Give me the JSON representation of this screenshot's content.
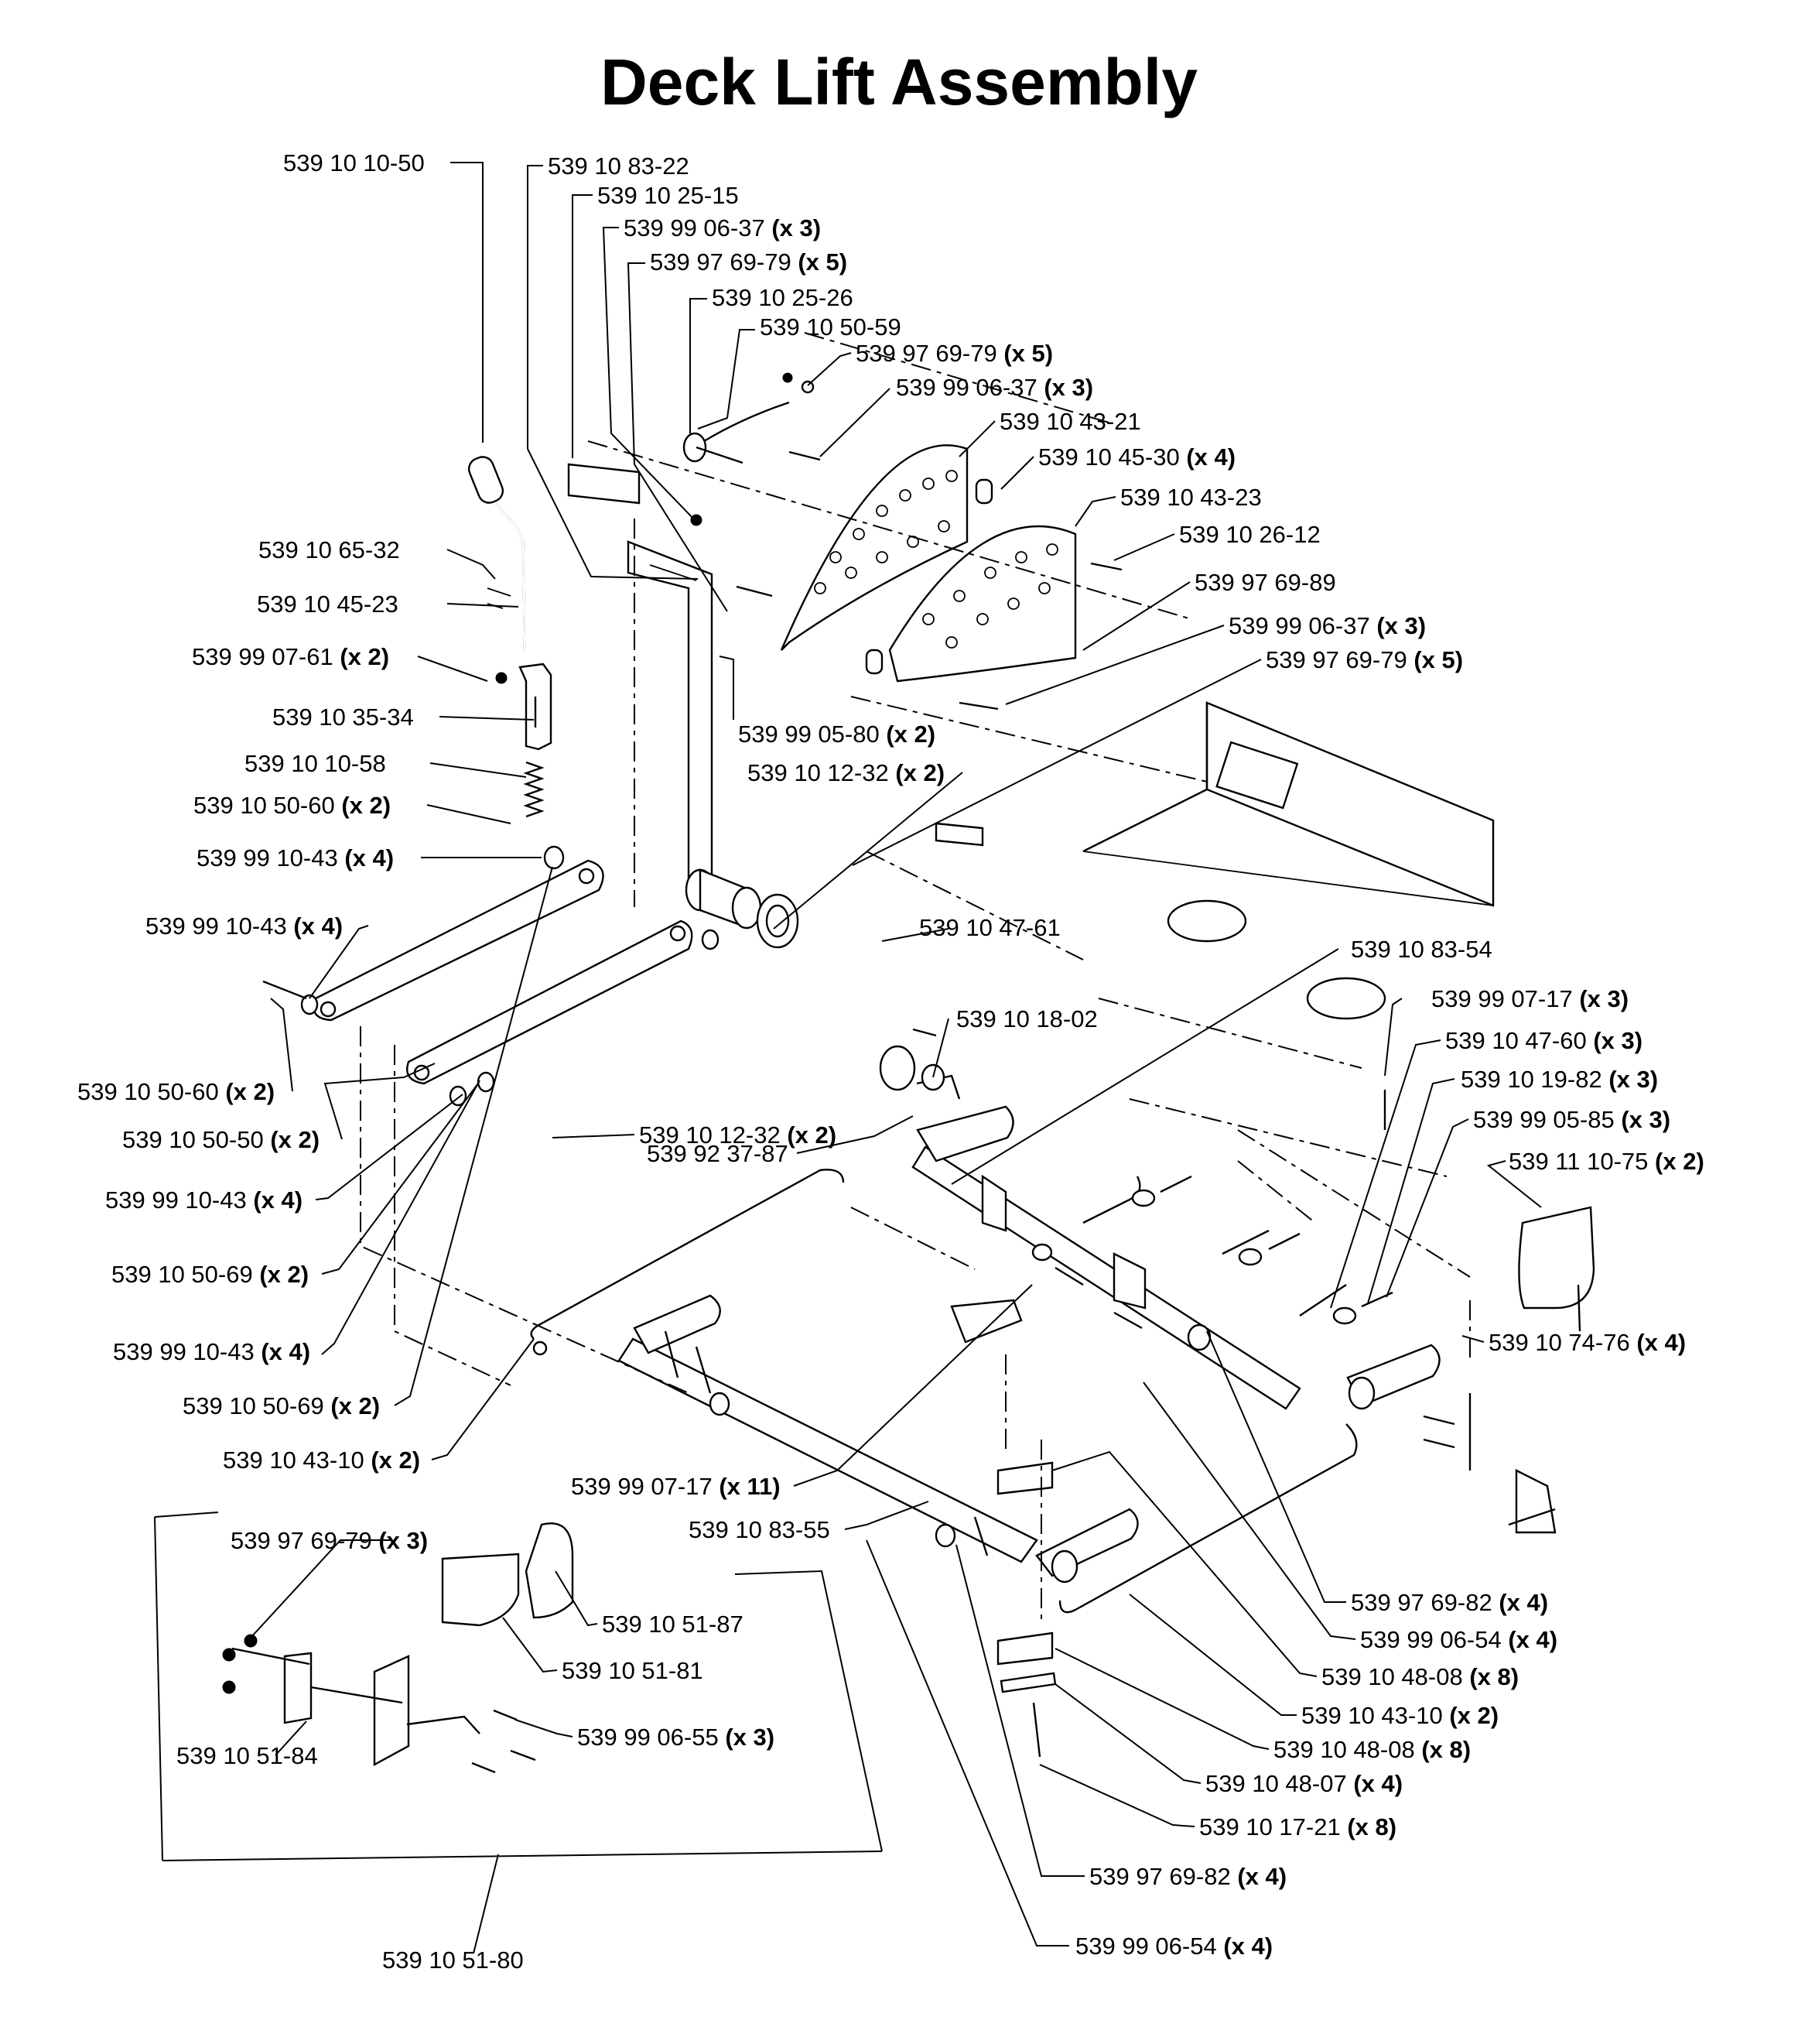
{
  "title": "Deck Lift Assembly",
  "callouts": [
    {
      "id": "c01",
      "part": "539 10 10-50",
      "qty": ""
    },
    {
      "id": "c02",
      "part": "539 10 83-22",
      "qty": ""
    },
    {
      "id": "c03",
      "part": "539 10 25-15",
      "qty": ""
    },
    {
      "id": "c04",
      "part": "539 99 06-37",
      "qty": "(x 3)"
    },
    {
      "id": "c05",
      "part": "539 97 69-79",
      "qty": "(x 5)"
    },
    {
      "id": "c06",
      "part": "539 10 25-26",
      "qty": ""
    },
    {
      "id": "c07",
      "part": "539 10 50-59",
      "qty": ""
    },
    {
      "id": "c08",
      "part": "539 97 69-79",
      "qty": "(x 5)"
    },
    {
      "id": "c09",
      "part": "539 99 06-37",
      "qty": "(x 3)"
    },
    {
      "id": "c10",
      "part": "539 10 43-21",
      "qty": ""
    },
    {
      "id": "c11",
      "part": "539 10 45-30",
      "qty": "(x 4)"
    },
    {
      "id": "c12",
      "part": "539 10 43-23",
      "qty": ""
    },
    {
      "id": "c13",
      "part": "539 10 26-12",
      "qty": ""
    },
    {
      "id": "c14",
      "part": "539 97 69-89",
      "qty": ""
    },
    {
      "id": "c15",
      "part": "539 99 06-37",
      "qty": "(x 3)"
    },
    {
      "id": "c16",
      "part": "539 97 69-79",
      "qty": "(x 5)"
    },
    {
      "id": "c17",
      "part": "539 10 65-32",
      "qty": ""
    },
    {
      "id": "c18",
      "part": "539 10 45-23",
      "qty": ""
    },
    {
      "id": "c19",
      "part": "539 99 07-61",
      "qty": "(x 2)"
    },
    {
      "id": "c20",
      "part": "539 10 35-34",
      "qty": ""
    },
    {
      "id": "c21",
      "part": "539 99 05-80",
      "qty": "(x 2)"
    },
    {
      "id": "c22",
      "part": "539 10 10-58",
      "qty": ""
    },
    {
      "id": "c23",
      "part": "539 10 12-32",
      "qty": "(x 2)"
    },
    {
      "id": "c24",
      "part": "539 10 50-60",
      "qty": "(x 2)"
    },
    {
      "id": "c25",
      "part": "539 99 10-43",
      "qty": "(x 4)"
    },
    {
      "id": "c26",
      "part": "539 99 10-43",
      "qty": "(x 4)"
    },
    {
      "id": "c27",
      "part": "539 10 47-61",
      "qty": ""
    },
    {
      "id": "c28",
      "part": "539 10 83-54",
      "qty": ""
    },
    {
      "id": "c29",
      "part": "539 99 07-17",
      "qty": "(x 3)"
    },
    {
      "id": "c30",
      "part": "539 10 18-02",
      "qty": ""
    },
    {
      "id": "c31",
      "part": "539 10 47-60",
      "qty": "(x 3)"
    },
    {
      "id": "c32",
      "part": "539 10 19-82",
      "qty": "(x 3)"
    },
    {
      "id": "c33",
      "part": "539 10 50-60",
      "qty": "(x 2)"
    },
    {
      "id": "c34",
      "part": "539 10 12-32",
      "qty": "(x 2)"
    },
    {
      "id": "c35",
      "part": "539 99 05-85",
      "qty": "(x 3)"
    },
    {
      "id": "c36",
      "part": "539 10 50-50",
      "qty": "(x 2)"
    },
    {
      "id": "c37",
      "part": "539 92 37-87",
      "qty": ""
    },
    {
      "id": "c38",
      "part": "539 11 10-75",
      "qty": "(x 2)"
    },
    {
      "id": "c39",
      "part": "539 99 10-43",
      "qty": "(x 4)"
    },
    {
      "id": "c40",
      "part": "539 10 50-69",
      "qty": "(x 2)"
    },
    {
      "id": "c41",
      "part": "539 99 10-43",
      "qty": "(x 4)"
    },
    {
      "id": "c42",
      "part": "539 10 74-76",
      "qty": "(x 4)"
    },
    {
      "id": "c43",
      "part": "539 10 50-69",
      "qty": "(x 2)"
    },
    {
      "id": "c44",
      "part": "539 10 43-10",
      "qty": "(x 2)"
    },
    {
      "id": "c45",
      "part": "539 99 07-17",
      "qty": "(x 11)"
    },
    {
      "id": "c46",
      "part": "539 10 83-55",
      "qty": ""
    },
    {
      "id": "c47",
      "part": "539 97 69-79",
      "qty": "(x 3)"
    },
    {
      "id": "c48",
      "part": "539 10 51-87",
      "qty": ""
    },
    {
      "id": "c49",
      "part": "539 10 51-81",
      "qty": ""
    },
    {
      "id": "c50",
      "part": "539 99 06-55",
      "qty": "(x 3)"
    },
    {
      "id": "c51",
      "part": "539 10 51-84",
      "qty": ""
    },
    {
      "id": "c52",
      "part": "539 97 69-82",
      "qty": "(x 4)"
    },
    {
      "id": "c53",
      "part": "539 99 06-54",
      "qty": "(x 4)"
    },
    {
      "id": "c54",
      "part": "539 10 48-08",
      "qty": "(x 8)"
    },
    {
      "id": "c55",
      "part": "539 10 43-10",
      "qty": "(x 2)"
    },
    {
      "id": "c56",
      "part": "539 10 48-08",
      "qty": "(x 8)"
    },
    {
      "id": "c57",
      "part": "539 10 48-07",
      "qty": "(x 4)"
    },
    {
      "id": "c58",
      "part": "539 10 17-21",
      "qty": "(x 8)"
    },
    {
      "id": "c59",
      "part": "539 97 69-82",
      "qty": "(x 4)"
    },
    {
      "id": "c60",
      "part": "539 99 06-54",
      "qty": "(x 4)"
    },
    {
      "id": "c61",
      "part": "539 10 51-80",
      "qty": ""
    }
  ]
}
